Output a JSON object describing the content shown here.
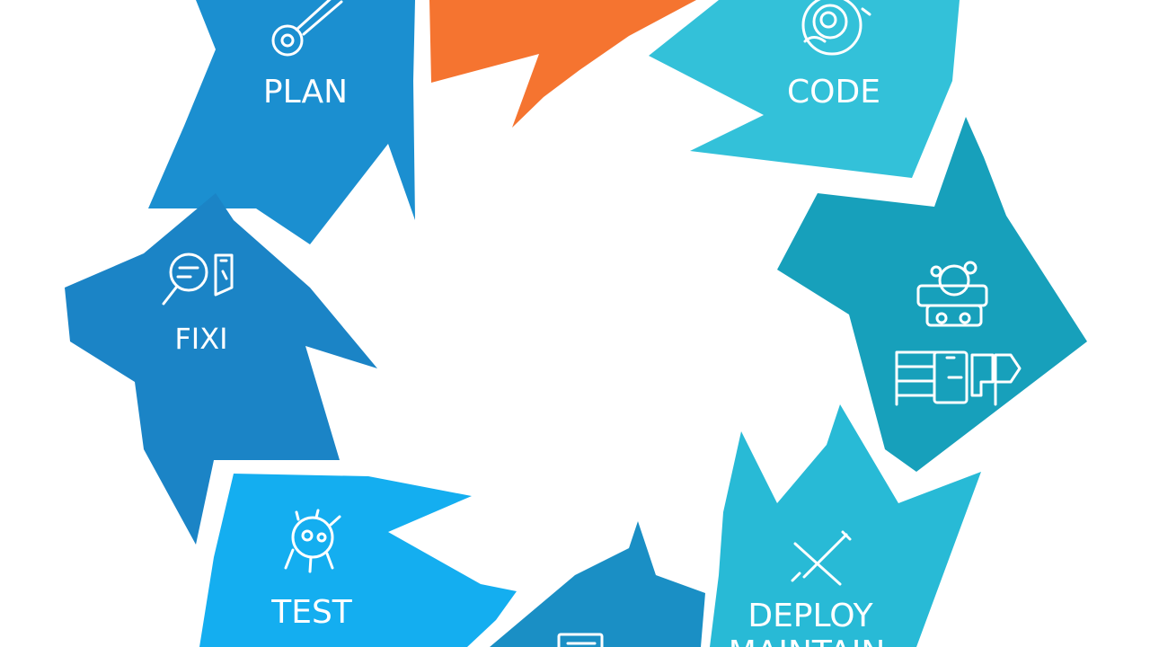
{
  "diagram": {
    "segments": [
      {
        "id": "plan",
        "label": "PLAN",
        "color": "#1b8fd0",
        "icon": "wrench-icon"
      },
      {
        "id": "code",
        "label": "CODE",
        "color": "#33c1d9",
        "icon": "spiral-icon"
      },
      {
        "id": "build",
        "label": "",
        "color": "#17a0bb",
        "icon": "machine-icon"
      },
      {
        "id": "deploy",
        "label": "DEPLOY",
        "label2": "MAINTAIN",
        "color": "#28bad6",
        "icon": "crossed-tools-icon"
      },
      {
        "id": "release",
        "label": "",
        "color": "#1a8fc5",
        "icon": "document-icon"
      },
      {
        "id": "test",
        "label": "TEST",
        "color": "#14aef0",
        "icon": "bug-icon"
      },
      {
        "id": "fix",
        "label": "FIXI",
        "color": "#1b84c6",
        "icon": "magnifier-icon"
      },
      {
        "id": "top",
        "label": "",
        "color": "#f57430",
        "icon": ""
      }
    ]
  }
}
